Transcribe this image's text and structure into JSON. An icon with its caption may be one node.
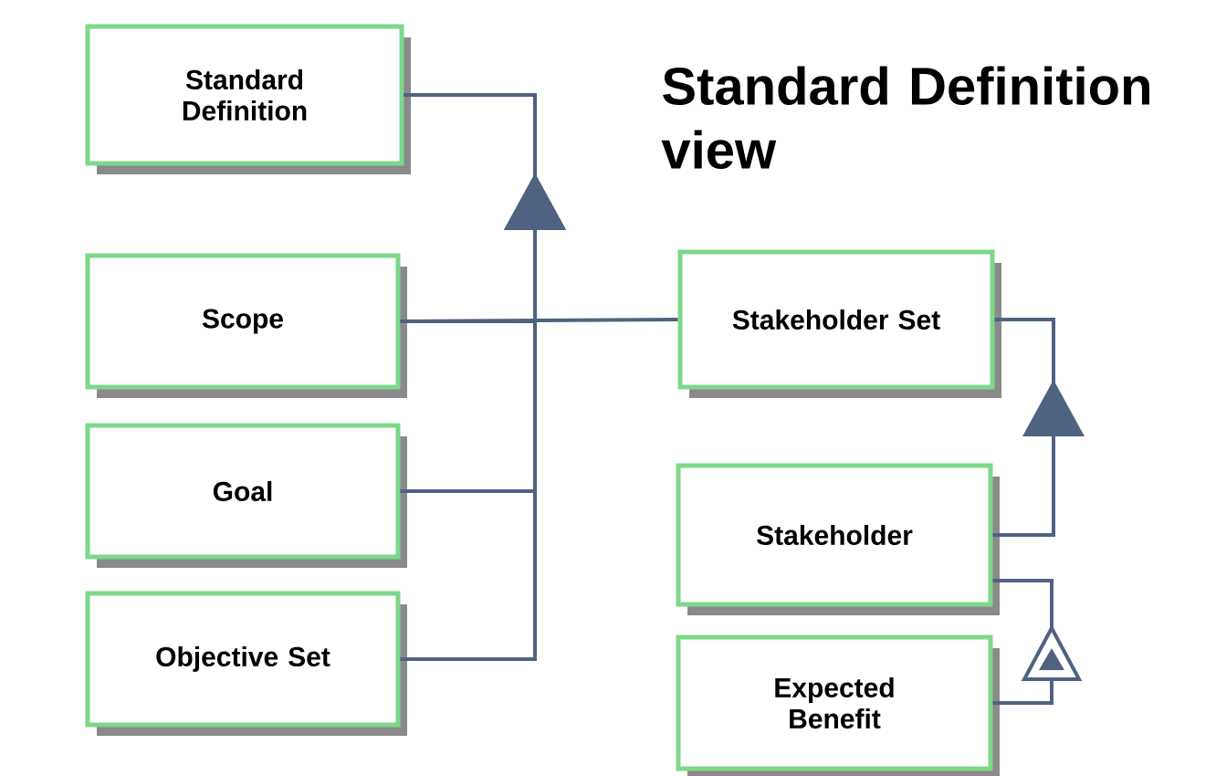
{
  "diagram": {
    "title": "Standard Definition view",
    "nodes": [
      {
        "text": [
          "Standard Definition"
        ]
      },
      {
        "text": [
          "Scope"
        ]
      },
      {
        "text": [
          "Goal"
        ]
      },
      {
        "text": [
          "Objective Set"
        ]
      },
      {
        "text": [
          "Stakeholder Set"
        ]
      },
      {
        "text": [
          "Stakeholder"
        ]
      },
      {
        "text": [
          "Expected Benefit"
        ]
      }
    ],
    "edges": [
      {
        "from": 1,
        "to": 0,
        "arrow": "to"
      },
      {
        "from": 2,
        "to": 0,
        "arrow": "to"
      },
      {
        "from": 3,
        "to": 0,
        "arrow": "to"
      },
      {
        "from": 1,
        "to": 4,
        "arrow": "none"
      },
      {
        "from": 5,
        "to": 4,
        "arrow": "to"
      },
      {
        "from": 6,
        "to": 5,
        "arrow": "to"
      }
    ]
  }
}
